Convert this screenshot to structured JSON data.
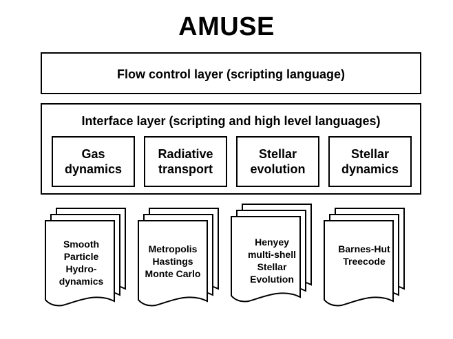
{
  "title": "AMUSE",
  "flow_layer": {
    "label": "Flow control layer (scripting language)"
  },
  "interface_layer": {
    "label": "Interface layer (scripting and high level languages)",
    "modules": [
      {
        "line1": "Gas",
        "line2": "dynamics"
      },
      {
        "line1": "Radiative",
        "line2": "transport"
      },
      {
        "line1": "Stellar",
        "line2": "evolution"
      },
      {
        "line1": "Stellar",
        "line2": "dynamics"
      }
    ]
  },
  "codes": [
    {
      "lines": [
        "Smooth",
        "Particle",
        "Hydro-",
        "dynamics"
      ]
    },
    {
      "lines": [
        "Metropolis",
        "Hastings",
        "Monte Carlo"
      ]
    },
    {
      "lines": [
        "Henyey",
        "multi-shell",
        "Stellar",
        "Evolution"
      ]
    },
    {
      "lines": [
        "Barnes-Hut",
        "Treecode"
      ]
    }
  ]
}
